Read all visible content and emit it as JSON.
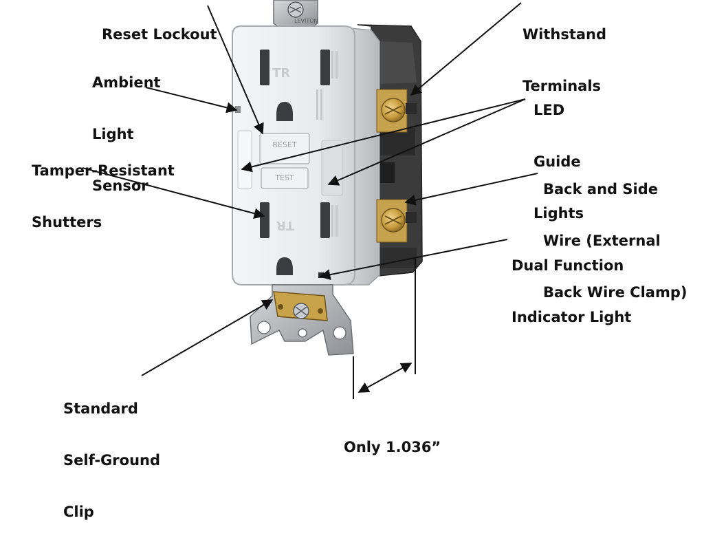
{
  "callouts": {
    "reset_lockout": "Reset Lockout",
    "ambient_light": [
      "Ambient",
      "Light",
      "Sensor"
    ],
    "tamper_resistant": [
      "Tamper-Resistant",
      "Shutters"
    ],
    "standard_ground": [
      "Standard",
      "Self-Ground",
      "Clip"
    ],
    "withstand": [
      "Withstand",
      "Terminals"
    ],
    "led_guide": [
      "LED",
      "Guide",
      "Lights"
    ],
    "back_side_wire": [
      "Back and Side",
      "Wire (External",
      "Back Wire Clamp)"
    ],
    "dual_function": [
      "Dual Function",
      "Indicator Light"
    ],
    "only_depth": "Only 1.036”"
  },
  "device_text": {
    "tr_top": "TR",
    "tr_bottom": "TR",
    "reset_button": "RESET",
    "test_button": "TEST",
    "brand": "LEVITON"
  },
  "colors": {
    "receptacle_body": "#eceef0",
    "receptacle_edge": "#b9bcc0",
    "terminal_brass": "#b8923a",
    "strap_metal": "#a9acb0",
    "side_housing": "#3a3a3a",
    "label_text": "#111111",
    "leader_line": "#111111"
  }
}
